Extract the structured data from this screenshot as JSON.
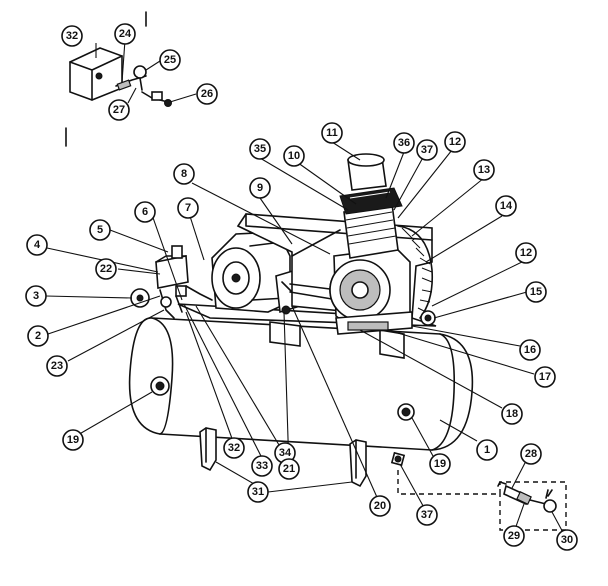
{
  "callouts": [
    {
      "id": "c1",
      "label": "1"
    },
    {
      "id": "c2",
      "label": "2"
    },
    {
      "id": "c3",
      "label": "3"
    },
    {
      "id": "c4",
      "label": "4"
    },
    {
      "id": "c5",
      "label": "5"
    },
    {
      "id": "c6",
      "label": "6"
    },
    {
      "id": "c7",
      "label": "7"
    },
    {
      "id": "c8",
      "label": "8"
    },
    {
      "id": "c9",
      "label": "9"
    },
    {
      "id": "c10",
      "label": "10"
    },
    {
      "id": "c11",
      "label": "11"
    },
    {
      "id": "c12a",
      "label": "12"
    },
    {
      "id": "c12b",
      "label": "12"
    },
    {
      "id": "c13",
      "label": "13"
    },
    {
      "id": "c14",
      "label": "14"
    },
    {
      "id": "c15",
      "label": "15"
    },
    {
      "id": "c16",
      "label": "16"
    },
    {
      "id": "c17",
      "label": "17"
    },
    {
      "id": "c18",
      "label": "18"
    },
    {
      "id": "c19a",
      "label": "19"
    },
    {
      "id": "c19b",
      "label": "19"
    },
    {
      "id": "c20",
      "label": "20"
    },
    {
      "id": "c21",
      "label": "21"
    },
    {
      "id": "c22",
      "label": "22"
    },
    {
      "id": "c23",
      "label": "23"
    },
    {
      "id": "c24",
      "label": "24"
    },
    {
      "id": "c25",
      "label": "25"
    },
    {
      "id": "c26",
      "label": "26"
    },
    {
      "id": "c27",
      "label": "27"
    },
    {
      "id": "c28",
      "label": "28"
    },
    {
      "id": "c29",
      "label": "29"
    },
    {
      "id": "c30",
      "label": "30"
    },
    {
      "id": "c31",
      "label": "31"
    },
    {
      "id": "c32",
      "label": "32"
    },
    {
      "id": "c33",
      "label": "33"
    },
    {
      "id": "c34",
      "label": "34"
    },
    {
      "id": "c35",
      "label": "35"
    },
    {
      "id": "c36",
      "label": "36"
    },
    {
      "id": "c37a",
      "label": "37"
    },
    {
      "id": "c37b",
      "label": "37"
    }
  ]
}
